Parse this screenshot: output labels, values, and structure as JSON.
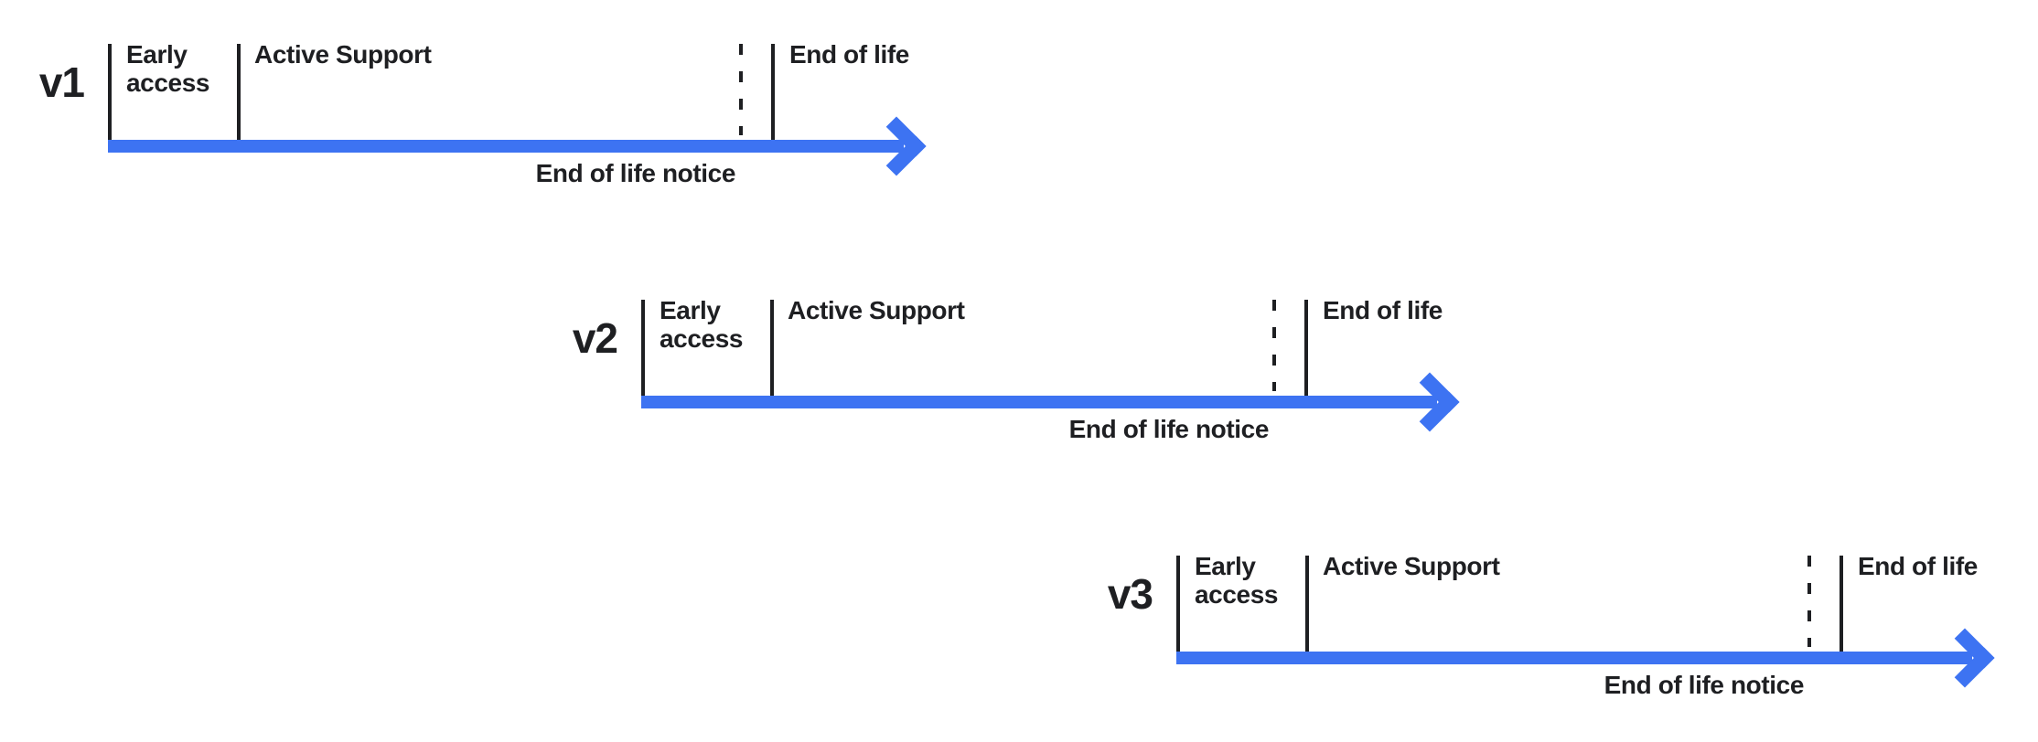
{
  "colors": {
    "arrow": "#3d73f2",
    "ink": "#1e1f22",
    "background": "#ffffff"
  },
  "timelines": [
    {
      "version": "v1",
      "labels": {
        "early_access": "Early access",
        "active_support": "Active Support",
        "end_of_life": "End of life",
        "end_of_life_notice": "End of life notice"
      }
    },
    {
      "version": "v2",
      "labels": {
        "early_access": "Early access",
        "active_support": "Active Support",
        "end_of_life": "End of life",
        "end_of_life_notice": "End of life notice"
      }
    },
    {
      "version": "v3",
      "labels": {
        "early_access": "Early access",
        "active_support": "Active Support",
        "end_of_life": "End of life",
        "end_of_life_notice": "End of life notice"
      }
    }
  ]
}
